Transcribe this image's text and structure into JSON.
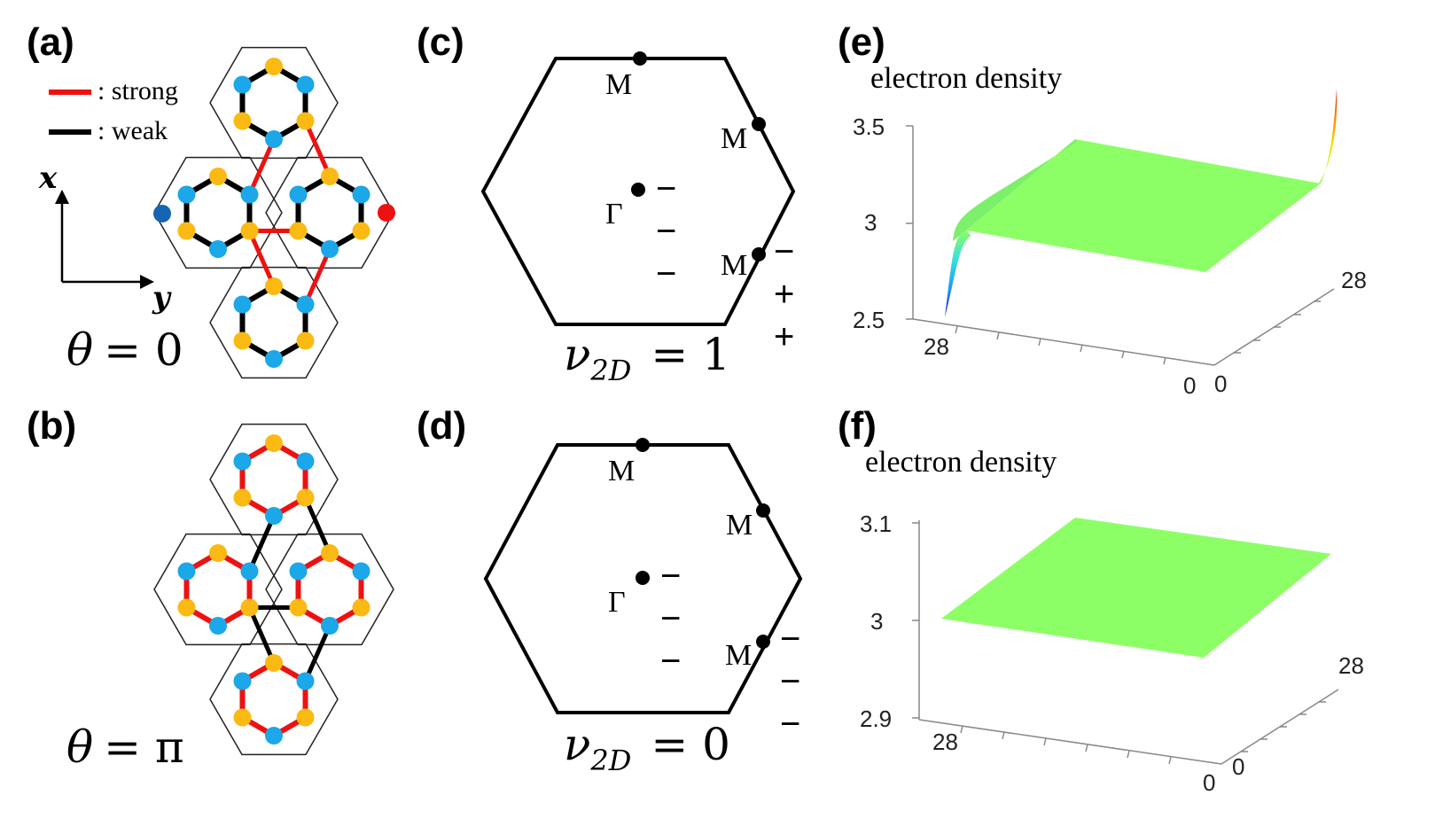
{
  "panels": {
    "a": {
      "label": "(a)",
      "legend_strong": ": strong",
      "legend_weak": ": weak",
      "axis_x": "x",
      "axis_y": "y",
      "theta_lhs": "θ",
      "theta_rhs": "= 0"
    },
    "b": {
      "label": "(b)",
      "theta_lhs": "θ",
      "theta_rhs": "= π"
    },
    "c": {
      "label": "(c)",
      "points": [
        "M",
        "M",
        "Γ",
        "M"
      ],
      "gamma_parity": [
        "−",
        "−",
        "−"
      ],
      "m_parity": [
        "−",
        "+",
        "+"
      ],
      "nu_sym": "ν",
      "nu_sub": "2D",
      "nu_val": " = 1"
    },
    "d": {
      "label": "(d)",
      "points": [
        "M",
        "M",
        "Γ",
        "M"
      ],
      "gamma_parity": [
        "−",
        "−",
        "−"
      ],
      "m_parity": [
        "−",
        "−",
        "−"
      ],
      "nu_sym": "ν",
      "nu_sub": "2D",
      "nu_val": " = 0"
    },
    "e": {
      "label": "(e)",
      "title": "electron density",
      "z_ticks": [
        "3.5",
        "3",
        "2.5"
      ],
      "x_ticks": [
        "28",
        "0"
      ],
      "y_ticks": [
        "0",
        "28"
      ]
    },
    "f": {
      "label": "(f)",
      "title": "electron density",
      "z_ticks": [
        "3.1",
        "3",
        "2.9"
      ],
      "x_ticks": [
        "28",
        "0"
      ],
      "y_ticks": [
        "0",
        "28"
      ]
    }
  },
  "colors": {
    "strong_bond": "#ee1111",
    "weak_bond": "#000000",
    "site_blue": "#1ba7e8",
    "site_orange": "#fbba13",
    "site_dark_blue": "#1565b5",
    "site_red": "#ee1111",
    "surface_green": "#8cff66"
  }
}
